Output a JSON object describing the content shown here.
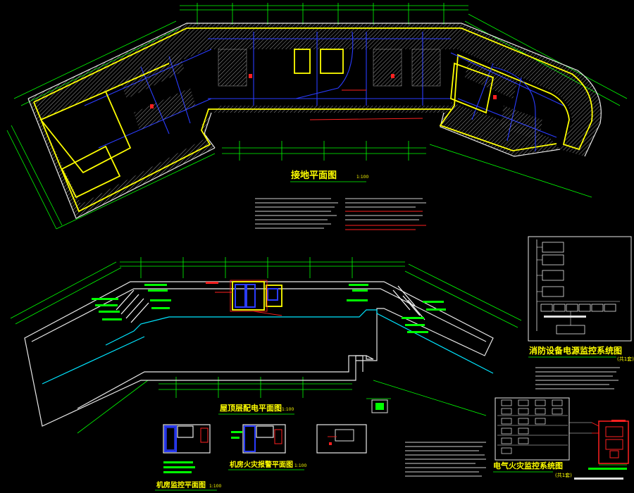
{
  "titles": {
    "ground_plan": "接地平面图",
    "ground_plan_scale": "1:100",
    "roof_plan": "屋顶层配电平面图",
    "roof_plan_scale": "1:100",
    "room_fire_plan": "机房火灾报警平面图",
    "room_fire_plan_scale": "1:100",
    "room_monitor_plan": "机房监控平面图",
    "room_monitor_plan_scale": "1:100",
    "fire_power_system": "消防设备电源监控系统图",
    "fire_power_note": "(共1套)",
    "electric_fire_system": "电气火灾监控系统图",
    "electric_fire_note": "(共1套)"
  },
  "colors": {
    "background": "#000000",
    "title": "#ffff00",
    "dimension": "#00ff00",
    "wall": "#e8e8e8",
    "cable": "#2a3cff",
    "ground_bar": "#ffff00",
    "alarm": "#ff2020",
    "trunk": "#00e5ff"
  }
}
